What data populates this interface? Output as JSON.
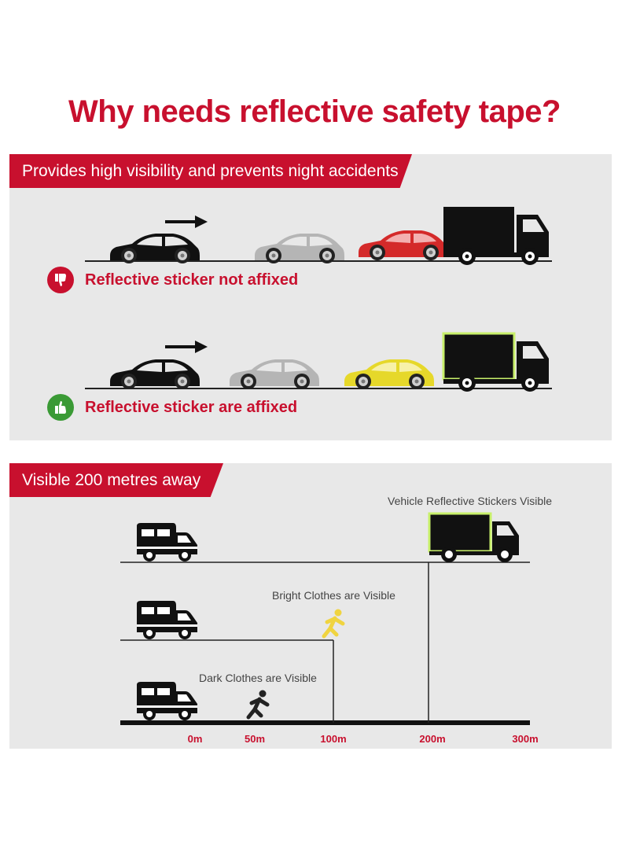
{
  "title": "Why needs reflective safety tape?",
  "section1": {
    "banner": "Provides high visibility and prevents night accidents",
    "not_affixed": {
      "label": "Reflective sticker not affixed",
      "icon": "thumbs-down-icon",
      "color": "#c8102e"
    },
    "affixed": {
      "label": "Reflective sticker are affixed",
      "icon": "thumbs-up-icon",
      "color": "#3a9a35"
    }
  },
  "section2": {
    "banner": "Visible 200 metres away",
    "captions": {
      "vehicle": "Vehicle Reflective Stickers Visible",
      "bright": "Bright Clothes are Visible",
      "dark": "Dark Clothes are Visible"
    },
    "distances": [
      "0m",
      "50m",
      "100m",
      "200m",
      "300m"
    ]
  },
  "colors": {
    "brand_red": "#c8102e",
    "panel_gray": "#e8e8e8",
    "reflective_yellow": "#e6e02a",
    "reflective_green": "#c8f06a"
  }
}
